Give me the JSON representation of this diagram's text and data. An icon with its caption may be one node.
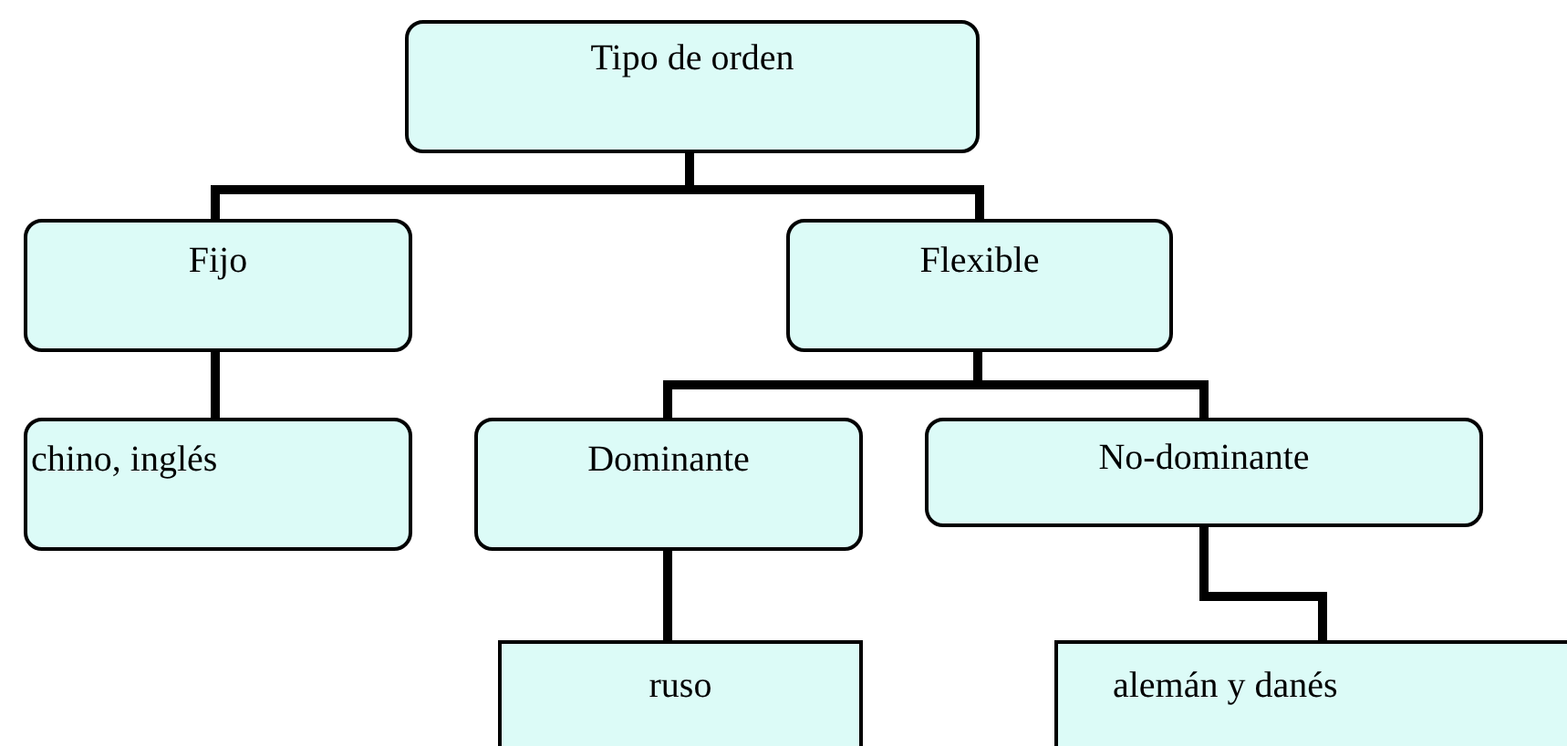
{
  "diagram": {
    "nodes": [
      {
        "text": [
          "Tipo de orden"
        ]
      },
      {
        "text": [
          "Fijo"
        ]
      },
      {
        "text": [
          "Flexible"
        ]
      },
      {
        "text": [
          "chino, inglés"
        ]
      },
      {
        "text": [
          "Dominante"
        ]
      },
      {
        "text": [
          "No-dominante"
        ]
      },
      {
        "text": [
          "ruso"
        ]
      },
      {
        "text": [
          "alemán y danés"
        ]
      }
    ],
    "edges": [
      {
        "from": 0,
        "to": 1,
        "arrow": "none"
      },
      {
        "from": 0,
        "to": 2,
        "arrow": "none"
      },
      {
        "from": 1,
        "to": 3,
        "arrow": "none"
      },
      {
        "from": 2,
        "to": 4,
        "arrow": "none"
      },
      {
        "from": 2,
        "to": 5,
        "arrow": "none"
      },
      {
        "from": 4,
        "to": 6,
        "arrow": "none"
      },
      {
        "from": 5,
        "to": 7,
        "arrow": "none"
      }
    ]
  }
}
